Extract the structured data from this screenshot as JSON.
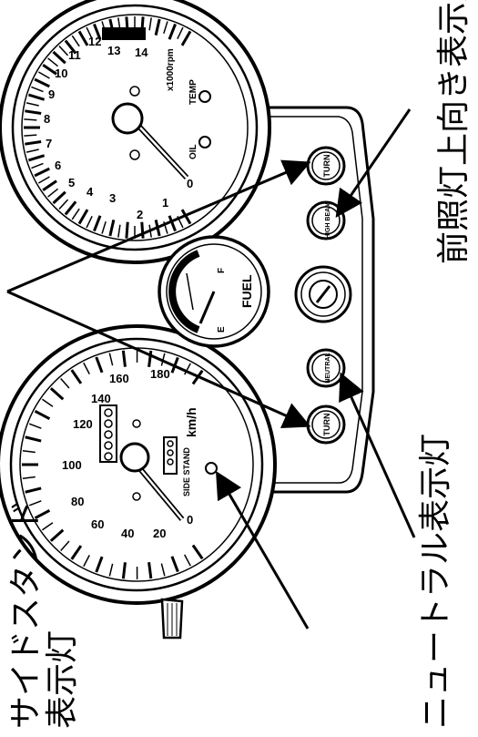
{
  "labels": {
    "headlight_high_beam": "前照灯上向き表示灯",
    "neutral_indicator": "ニュートラル表示灯",
    "side_stand_line1": "サイドスタンド",
    "side_stand_line2": "表示灯"
  },
  "tachometer": {
    "ticks": [
      "0",
      "1",
      "2",
      "3",
      "4",
      "5",
      "6",
      "7",
      "8",
      "9",
      "10",
      "11",
      "12",
      "13",
      "14"
    ],
    "unit": "x1000rpm",
    "oil_label": "OIL",
    "temp_label": "TEMP"
  },
  "speedometer": {
    "ticks": [
      "0",
      "20",
      "40",
      "60",
      "80",
      "100",
      "120",
      "140",
      "160",
      "180"
    ],
    "unit": "km/h",
    "side_stand_label": "SIDE STAND"
  },
  "fuel_gauge": {
    "label": "FUEL",
    "full_mark": "F",
    "empty_mark": "E"
  },
  "indicator_lamps": {
    "turn_upper": "TURN",
    "high_beam": "HIGH BEAM",
    "neutral": "NEUTRAL",
    "turn_lower": "TURN"
  }
}
